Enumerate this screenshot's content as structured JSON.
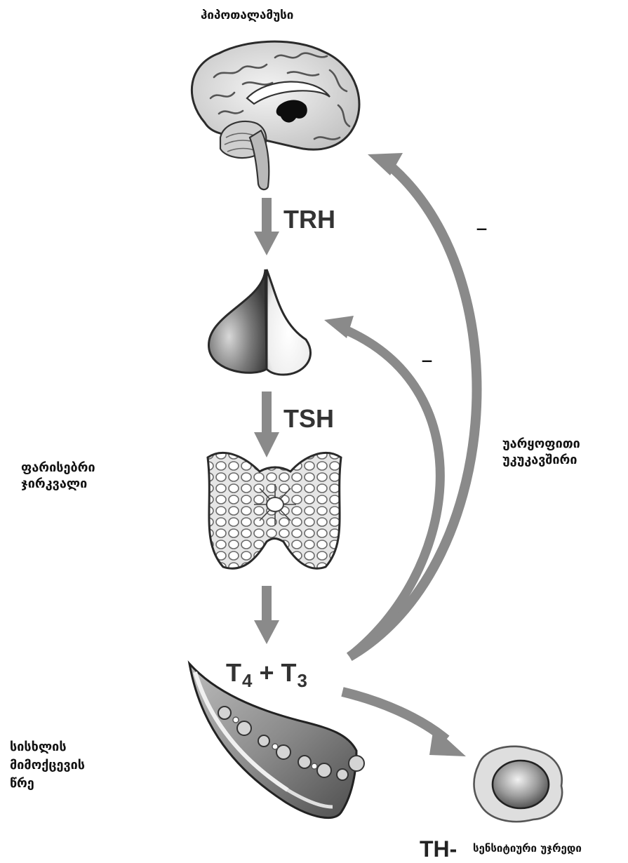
{
  "labels": {
    "hypothalamus": "ჰიპოთალამუსი",
    "thyroid_gland": "ფარისებრი\nჯირკვალი",
    "blood_circulation": "სისხლის\nმიმოქცევის\nწრე",
    "negative_feedback": "უარყოფითი\nუკუკავშირი",
    "sensitive_cells": "სენსიტიური უჯრედი"
  },
  "hormones": {
    "trh": "TRH",
    "tsh": "TSH",
    "t4_letter": "T",
    "t4_sub": "4",
    "plus": "+",
    "t3_letter": "T",
    "t3_sub": "3",
    "th": "TH-"
  },
  "feedback_signs": {
    "pituitary": "–",
    "hypothalamus": "–"
  },
  "colors": {
    "arrow": "#8a8a8a",
    "arrow_dark": "#7a7a7a",
    "organ_dark": "#555555",
    "organ_light": "#dcdcdc"
  }
}
